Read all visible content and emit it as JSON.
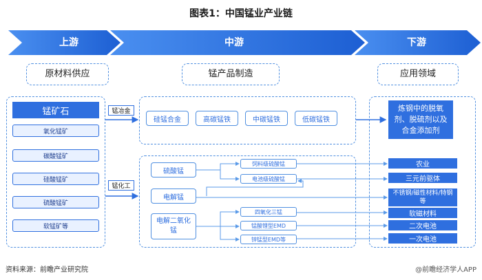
{
  "title": "图表1：中国锰业产业链",
  "stages": {
    "upstream": {
      "label": "上游",
      "header": "原材料供应"
    },
    "midstream": {
      "label": "中游",
      "header": "锰产品制造"
    },
    "downstream": {
      "label": "下游",
      "header": "应用领域"
    }
  },
  "upstream": {
    "main": "锰矿石",
    "ores": [
      "氧化锰矿",
      "碳酸锰矿",
      "硅酸锰矿",
      "硫酸锰矿",
      "软锰矿等"
    ]
  },
  "process_tags": {
    "metallurgy": "锰冶金",
    "chemical": "锰化工"
  },
  "midstream": {
    "alloys": [
      "硅锰合金",
      "高碳锰铁",
      "中碳锰铁",
      "低碳锰铁"
    ],
    "chemicals": [
      "硫酸锰",
      "电解锰",
      "电解二氧化锰"
    ],
    "sulfate_products": [
      "饲料级硫酸锰",
      "电池级硫酸锰"
    ],
    "dioxide_products": [
      "四氧化三锰",
      "锰酸锂型EMD",
      "锌锰型EMD等"
    ]
  },
  "downstream": {
    "steel": "炼钢中的脱氧剂、脱硫剂以及合金添加剂",
    "apps": [
      "农业",
      "三元前驱体",
      "不锈钢/磁性材料/特钢等",
      "软磁材料",
      "二次电池",
      "一次电池"
    ]
  },
  "footer": {
    "source": "资料来源：前瞻产业研究院",
    "brand": "@前瞻经济学人APP"
  },
  "colors": {
    "primary": "#2f6fdf",
    "chevron_light": "#4a8ff0",
    "chevron_dark": "#1d5fd3",
    "dashed": "#4f8fe0"
  }
}
